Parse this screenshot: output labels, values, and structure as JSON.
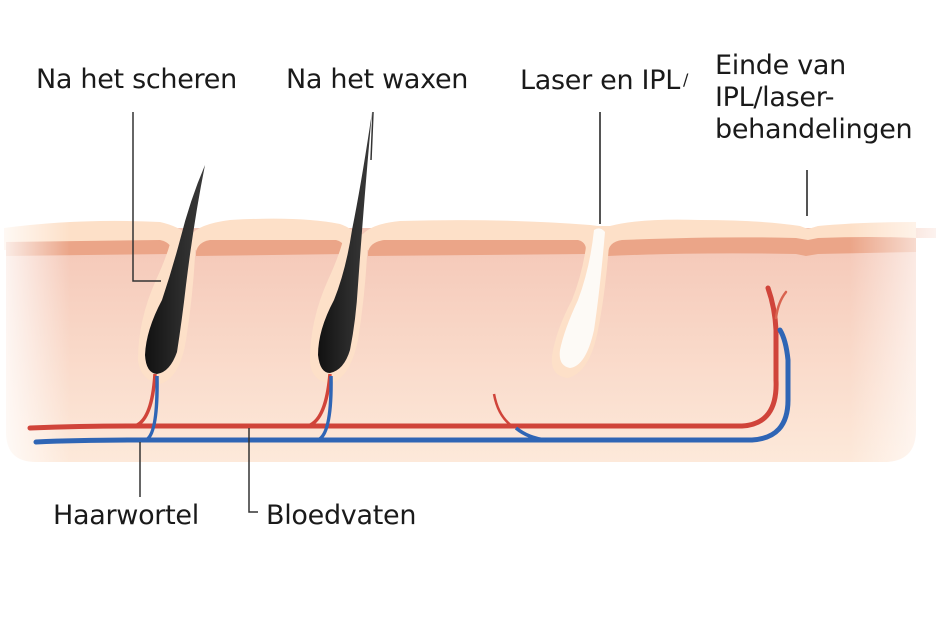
{
  "title": "Haargroei na scheren, waxen en laser/IPL",
  "labels": {
    "after_shaving": "Na het scheren",
    "after_waxing": "Na het waxen",
    "laser_ipl": "Laser en IPL",
    "end_of_treatment": [
      "Einde van",
      "IPL/laser-",
      "behandelingen"
    ],
    "hair_root": "Haarwortel",
    "blood_vessels": "Bloedvaten"
  },
  "colors": {
    "skin_surface": "#fde0c8",
    "epidermis_band": "#eba588",
    "dermis_top": "#f5c9bb",
    "dermis_bottom": "#fde6d6",
    "hair": "#222222",
    "artery": "#d0443a",
    "vein": "#2f65b5",
    "empty_follicle": "#fdfaf6",
    "leader_line": "#333333"
  }
}
